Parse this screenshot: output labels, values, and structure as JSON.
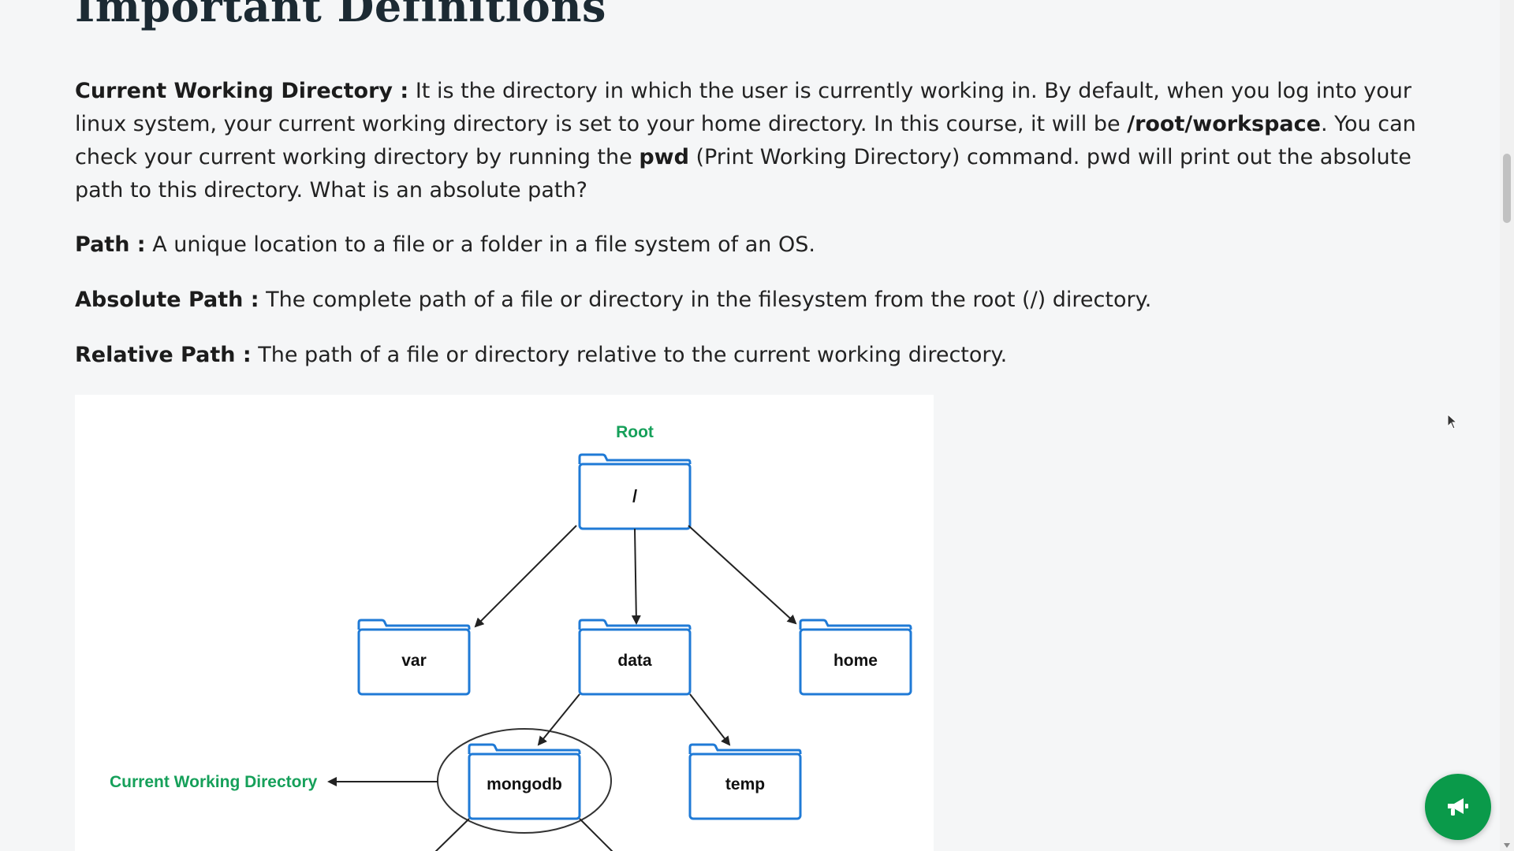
{
  "page": {
    "title": "Important Definitions"
  },
  "definitions": {
    "cwd": {
      "term": "Current Working Directory :",
      "text_1": " It is the directory in which the user is currently working in. By default, when you log into your linux system, your current working directory is set to your home directory. In this course, it will be ",
      "path_bold": "/root/workspace",
      "text_2": ". You can check your current working directory by running the ",
      "cmd_bold": "pwd",
      "text_3": " (Print Working Directory) command. pwd will print out the absolute path to this directory. What is an absolute path?"
    },
    "path": {
      "term": "Path :",
      "text": " A unique location to a file or a folder in a file system of an OS."
    },
    "absolute": {
      "term": "Absolute Path :",
      "text": " The complete path of a file or directory in the filesystem from the root (/) directory."
    },
    "relative": {
      "term": "Relative Path :",
      "text": " The path of a file or directory relative to the current working directory."
    }
  },
  "diagram": {
    "root_label": "Root",
    "folders": {
      "root": "/",
      "var": "var",
      "data": "data",
      "home": "home",
      "mongodb": "mongodb",
      "temp": "temp"
    },
    "cwd_label": "Current Working Directory",
    "colors": {
      "folder_stroke": "#1f7ad6",
      "label_green": "#16a05a",
      "arrow": "#222222"
    }
  },
  "widgets": {
    "fab_icon": "megaphone-icon",
    "fab_color": "#0a9a4a"
  }
}
